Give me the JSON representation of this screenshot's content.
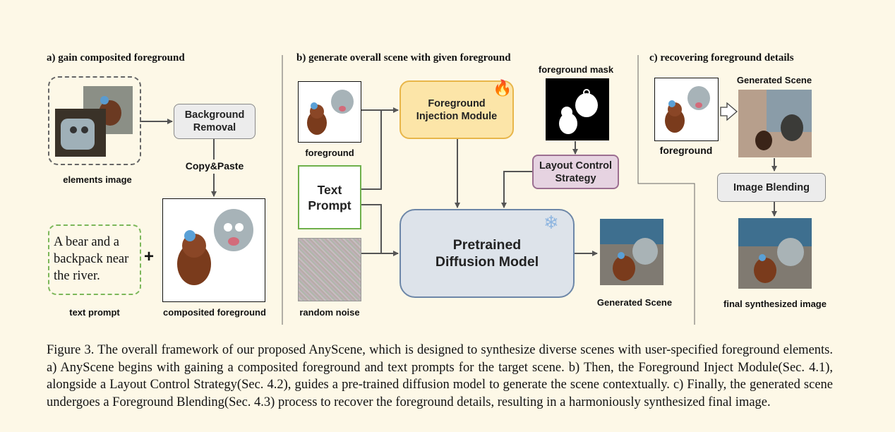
{
  "sections": {
    "a_title": "a) gain composited foreground",
    "b_title": "b) generate overall scene with given foreground",
    "c_title": "c) recovering foreground details"
  },
  "panel_a": {
    "elements_image_label": "elements image",
    "background_removal": [
      "Background",
      "Removal"
    ],
    "copy_paste": "Copy&Paste",
    "text_prompt_text": [
      "A bear and  a",
      "backpack near",
      "the river."
    ],
    "text_prompt_label": "text prompt",
    "plus": "+",
    "composited_label": "composited foreground"
  },
  "panel_b": {
    "foreground_label": "foreground",
    "text_prompt_box": [
      "Text",
      "Prompt"
    ],
    "random_noise_label": "random noise",
    "injection_module": [
      "Foreground",
      "Injection Module"
    ],
    "foreground_mask_label": "foreground mask",
    "layout_control": [
      "Layout Control",
      "Strategy"
    ],
    "diffusion_model": [
      "Pretrained",
      "Diffusion Model"
    ],
    "generated_scene_label": "Generated Scene",
    "fire_icon": "🔥",
    "snow_icon": "❄"
  },
  "panel_c": {
    "foreground_label": "foreground",
    "generated_scene_label": "Generated Scene",
    "image_blending": "Image Blending",
    "final_label": "final synthesized image"
  },
  "caption": "Figure 3. The overall framework of our proposed AnyScene, which is designed to synthesize diverse scenes with user-specified foreground elements.  a) AnyScene begins with gaining a composited foreground and text prompts for the target scene.  b) Then, the Foreground Inject Module(Sec.  4.1), alongside a Layout Control Strategy(Sec.  4.2), guides a pre-trained diffusion model to generate the scene contextually. c) Finally, the generated scene undergoes a Foreground Blending(Sec. 4.3) process to recover the foreground details, resulting in a harmoniously synthesized final image.",
  "colors": {
    "background": "#fdf8e7",
    "gray_box": "#ececec",
    "injection_fill": "#fce5a8",
    "injection_border": "#e8b64a",
    "layout_fill": "#e6d3e1",
    "layout_border": "#9c6f91",
    "diffusion_fill": "#dde3ea",
    "diffusion_border": "#6d87a8",
    "prompt_green": "#6fb04b",
    "arrow": "#555555"
  }
}
